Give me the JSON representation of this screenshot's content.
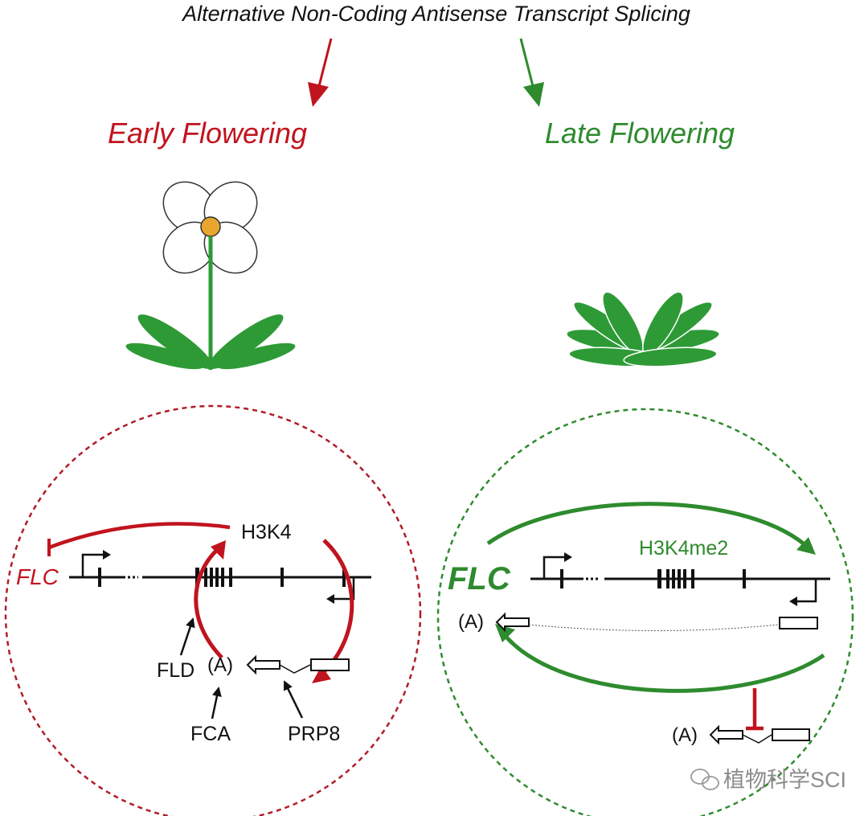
{
  "title": "Alternative Non-Coding Antisense Transcript Splicing",
  "left": {
    "heading": "Early Flowering",
    "gene": "FLC",
    "mark": "H3K4",
    "factor_fld": "FLD",
    "factor_fca": "FCA",
    "factor_prp8": "PRP8",
    "polya": "(A)"
  },
  "right": {
    "heading": "Late Flowering",
    "gene": "FLC",
    "mark": "H3K4me2",
    "polya_top": "(A)",
    "polya_bottom": "(A)"
  },
  "watermark": "植物科学SCI",
  "colors": {
    "red": "#c0141e",
    "green": "#2e8b2e",
    "leaf": "#2e9a36",
    "flower_center": "#e8a630",
    "black": "#111111"
  }
}
